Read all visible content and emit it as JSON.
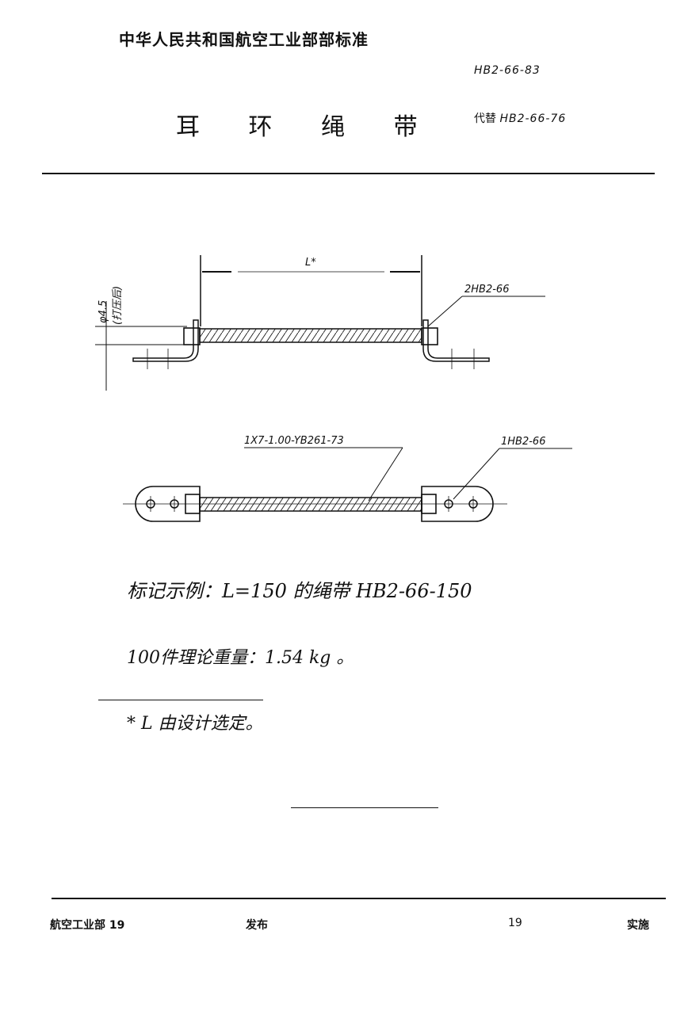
{
  "header": {
    "organization": "中华人民共和国航空工业部部标准",
    "standard_number": "HB2-66-83",
    "title": "耳 环 绳 带",
    "replaces_label": "代替",
    "replaces_value": "HB2-66-76"
  },
  "drawing": {
    "length_label": "L*",
    "diameter_label": "φ4.5",
    "diameter_note": "(打压后)",
    "part_top": "2HB2-66",
    "part_bottom": "1HB2-66",
    "wire_spec": "1X7-1.00-YB261-73"
  },
  "notes": {
    "marking_example": "标记示例：L=150 的绳带 HB2-66-150",
    "weight": "100件理论重量：1.54 kg 。",
    "footnote": "* L 由设计选定。"
  },
  "footer": {
    "issuer": "航空工业部 19",
    "issued": "发布",
    "year": "19",
    "effective": "实施"
  }
}
